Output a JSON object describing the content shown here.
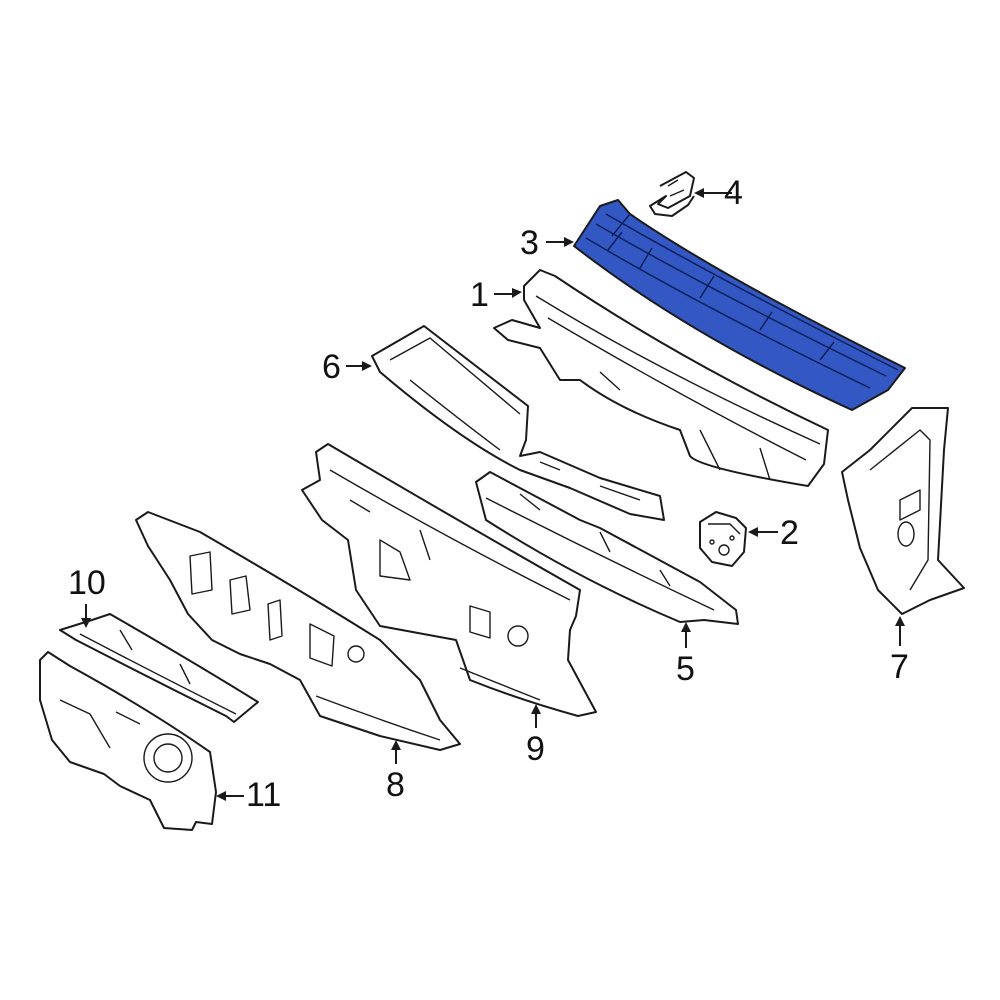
{
  "diagram": {
    "highlight_color": "#3358c4",
    "callouts": [
      {
        "id": "1",
        "label": "1"
      },
      {
        "id": "2",
        "label": "2"
      },
      {
        "id": "3",
        "label": "3",
        "highlighted": true
      },
      {
        "id": "4",
        "label": "4"
      },
      {
        "id": "5",
        "label": "5"
      },
      {
        "id": "6",
        "label": "6"
      },
      {
        "id": "7",
        "label": "7"
      },
      {
        "id": "8",
        "label": "8"
      },
      {
        "id": "9",
        "label": "9"
      },
      {
        "id": "10",
        "label": "10"
      },
      {
        "id": "11",
        "label": "11"
      }
    ]
  }
}
